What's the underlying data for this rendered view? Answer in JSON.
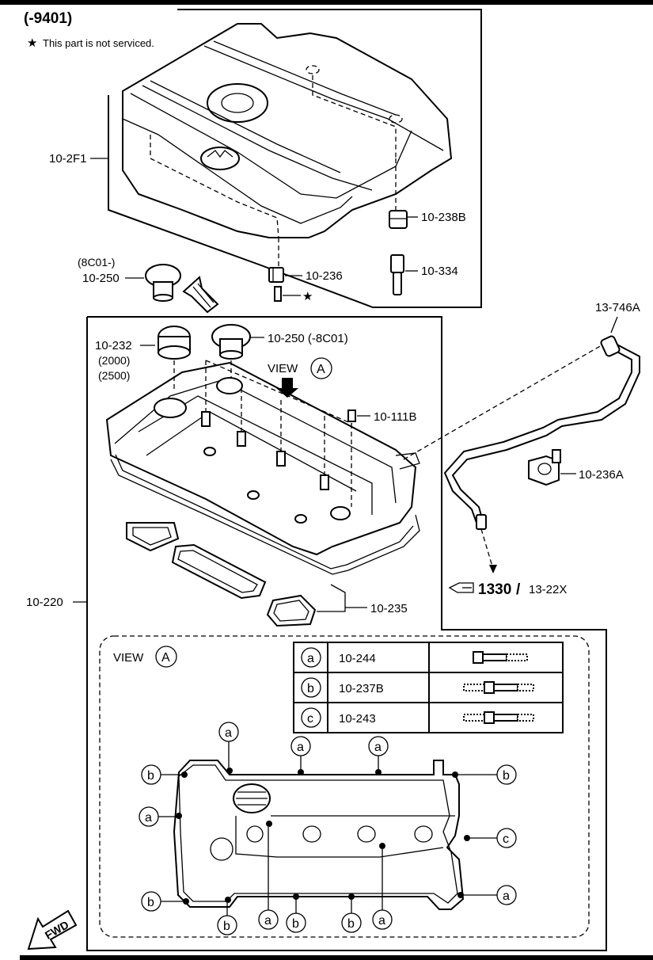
{
  "header": {
    "range": "(-9401)",
    "note_star": "★",
    "note_text": "This part is not serviced."
  },
  "parts": {
    "p_10_2F1": "10-2F1",
    "p_10_238B": "10-238B",
    "p_8C01_prefix": "(8C01-)",
    "p_10_250_left": "10-250",
    "p_10_236": "10-236",
    "p_10_334": "10-334",
    "p_13_746A": "13-746A",
    "p_10_232": "10-232",
    "p_10_232_a": "(2000)",
    "p_10_232_b": "(2500)",
    "p_10_250_right": "10-250 (-8C01)",
    "p_10_111B": "10-111B",
    "p_10_236A": "10-236A",
    "p_10_220": "10-220",
    "p_10_235": "10-235",
    "ref_1330": "1330",
    "ref_slash": "/",
    "ref_13_22X": "13-22X"
  },
  "views": {
    "view_word": "VIEW",
    "view_letter": "A",
    "star_symbol": "★",
    "fwd_label": "FWD"
  },
  "bolt_legend": [
    {
      "key": "a",
      "part": "10-244"
    },
    {
      "key": "b",
      "part": "10-237B"
    },
    {
      "key": "c",
      "part": "10-243"
    }
  ],
  "callouts": {
    "a": "a",
    "b": "b",
    "c": "c"
  }
}
